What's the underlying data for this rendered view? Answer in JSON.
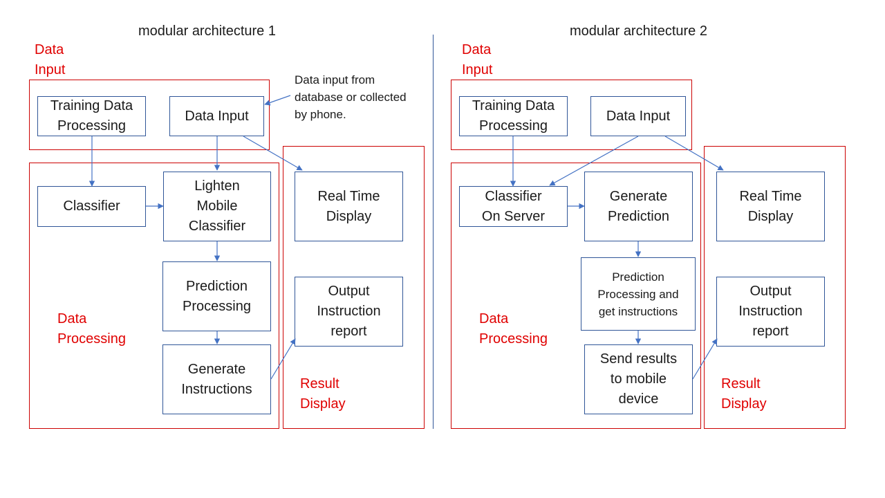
{
  "colors": {
    "box_border": "#2f5597",
    "region_border": "#cc0000",
    "region_label": "#e00000",
    "arrow": "#4472c4"
  },
  "left": {
    "title": "modular architecture 1",
    "regions": {
      "input": "Data\nInput",
      "processing": "Data\nProcessing",
      "display": "Result\nDisplay"
    },
    "boxes": {
      "training": "Training Data\nProcessing",
      "data_input": "Data Input",
      "classifier": "Classifier",
      "lighten": "Lighten\nMobile\nClassifier",
      "prediction": "Prediction\nProcessing",
      "instructions": "Generate\nInstructions",
      "realtime": "Real Time\nDisplay",
      "output": "Output\nInstruction\nreport"
    },
    "note": "Data input from\ndatabase or collected\nby phone."
  },
  "right": {
    "title": "modular architecture 2",
    "regions": {
      "input": "Data\nInput",
      "processing": "Data\nProcessing",
      "display": "Result\nDisplay"
    },
    "boxes": {
      "training": "Training Data\nProcessing",
      "data_input": "Data Input",
      "classifier": "Classifier\nOn Server",
      "generate": "Generate\nPrediction",
      "prediction": "Prediction\nProcessing and\nget instructions",
      "send": "Send results\nto mobile\ndevice",
      "realtime": "Real Time\nDisplay",
      "output": "Output\nInstruction\nreport"
    }
  }
}
